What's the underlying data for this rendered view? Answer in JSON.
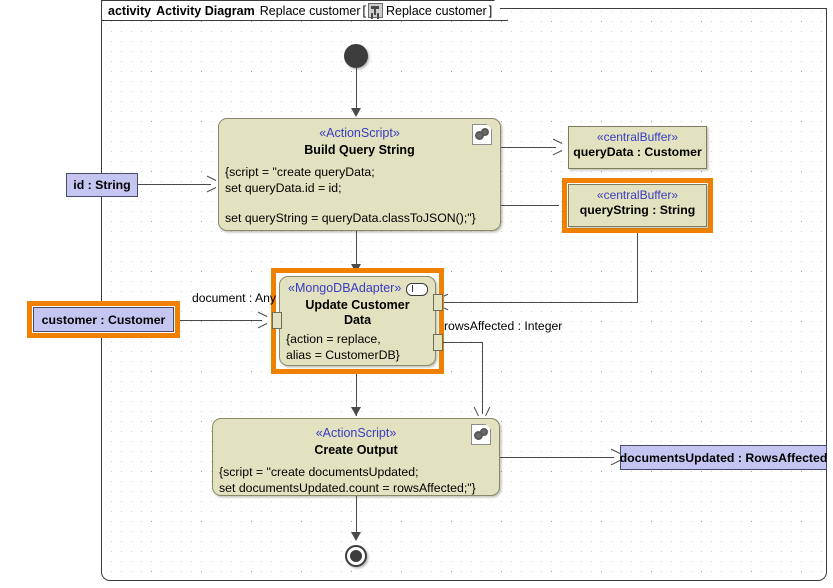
{
  "frame": {
    "keyword": "activity",
    "type_name": "Activity Diagram",
    "name": "Replace customer",
    "bracket_open": "[",
    "icon": "activity-diagram-icon",
    "qualified_name": "Replace customer",
    "bracket_close": "]"
  },
  "nodes": {
    "initial": {
      "name": "initial-node"
    },
    "final": {
      "name": "activity-final-node"
    },
    "build_query": {
      "stereotype": "«ActionScript»",
      "title": "Build Query String",
      "body_line1": "{script = \"create queryData;",
      "body_line2": "set queryData.id = id;",
      "body_line3": "set queryString = queryData.classToJSON();\"}",
      "icon": "script-gears-icon"
    },
    "update_customer": {
      "stereotype": "«MongoDBAdapter»",
      "title_line1": "Update Customer",
      "title_line2": "Data",
      "body_line1": "{action = replace,",
      "body_line2": "alias = CustomerDB}",
      "icon": "adapter-pill-icon",
      "selected": true
    },
    "create_output": {
      "stereotype": "«ActionScript»",
      "title": "Create Output",
      "body_line1": "{script = \"create documentsUpdated;",
      "body_line2": "set documentsUpdated.count = rowsAffected;\"}",
      "icon": "script-gears-icon"
    },
    "query_data_buffer": {
      "stereotype": "«centralBuffer»",
      "label": "queryData : Customer",
      "selected": false
    },
    "query_string_buffer": {
      "stereotype": "«centralBuffer»",
      "label": "queryString : String",
      "selected": true
    },
    "param_id": {
      "label": "id : String",
      "selected": false
    },
    "param_customer": {
      "label": "customer : Customer",
      "selected": true
    },
    "param_documents_updated": {
      "label": "documentsUpdated : RowsAffected",
      "selected": false
    }
  },
  "edge_labels": {
    "document_any": "document : Any",
    "rows_affected": "rowsAffected : Integer"
  },
  "colors": {
    "action_fill": "#e2e2c0",
    "action_stroke": "#8a8a6a",
    "param_fill": "#c5c5f2",
    "param_stroke": "#4a4a6e",
    "stereotype_text": "#3b3bc4",
    "selection": "#f08000",
    "line": "#4a4a4a",
    "frame_stroke": "#3a3a3a"
  }
}
